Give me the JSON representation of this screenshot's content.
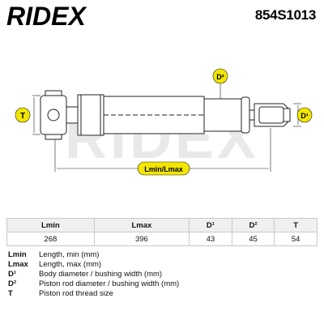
{
  "brand": "RIDEX",
  "part_number": "854S1013",
  "watermark": "RIDEX",
  "labels": {
    "thread": "T",
    "body_diameter": "D¹",
    "rod_diameter": "D²",
    "length": "Lmin/Lmax"
  },
  "table": {
    "headers": [
      "Lmin",
      "Lmax",
      "D¹",
      "D²",
      "T"
    ],
    "values": [
      "268",
      "396",
      "43",
      "45",
      "54"
    ]
  },
  "legend": [
    {
      "key": "Lmin",
      "desc": "Length, min (mm)"
    },
    {
      "key": "Lmax",
      "desc": "Length, max (mm)"
    },
    {
      "key": "D¹",
      "desc": "Body diameter / bushing width (mm)"
    },
    {
      "key": "D²",
      "desc": "Piston rod diameter / bushing width (mm)"
    },
    {
      "key": "T",
      "desc": "Piston rod thread size"
    }
  ],
  "colors": {
    "badge": "#f2e600",
    "outline": "#222222",
    "watermark": "#e6e6e6"
  }
}
